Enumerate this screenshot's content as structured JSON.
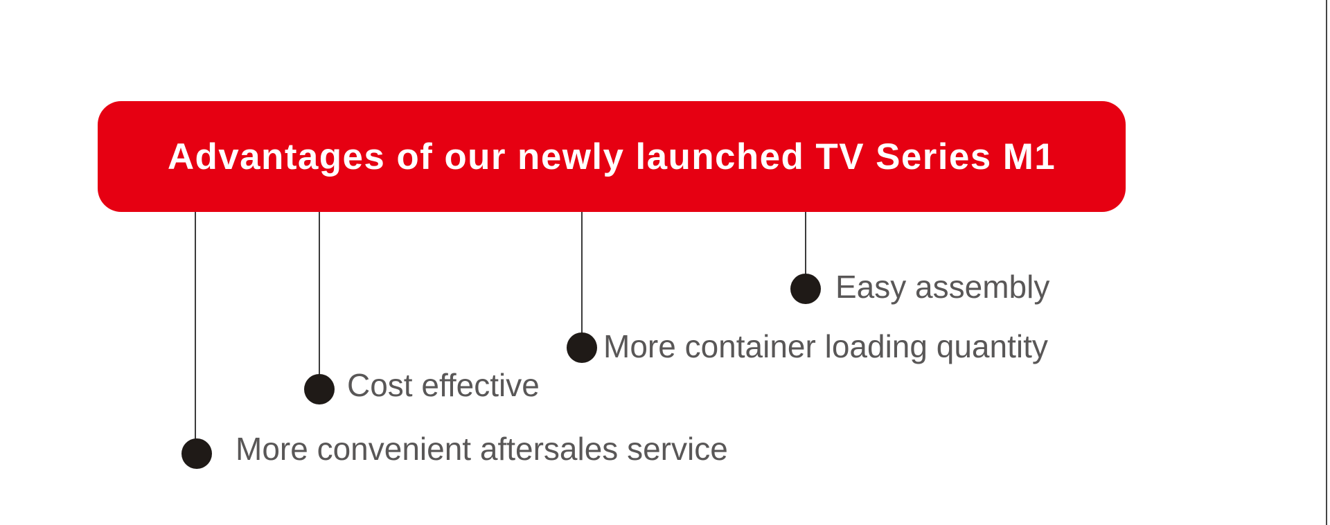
{
  "colors": {
    "banner_background": "#e60012",
    "banner_text": "#ffffff",
    "bullet": "#1f1a17",
    "label_text": "#595757",
    "connector": "#3a3a3a"
  },
  "banner": {
    "title": "Advantages of our newly launched TV Series M1"
  },
  "advantages": [
    {
      "label": "More convenient aftersales service"
    },
    {
      "label": "Cost effective"
    },
    {
      "label": "More container loading quantity"
    },
    {
      "label": "Easy assembly"
    }
  ]
}
